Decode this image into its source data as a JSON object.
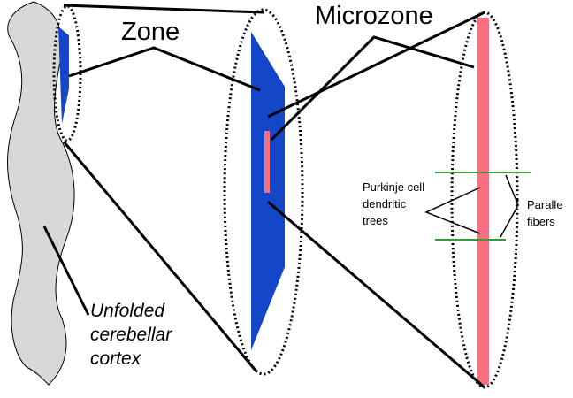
{
  "labels": {
    "zone": "Zone",
    "microzone": "Microzone",
    "cortex": [
      "Unfolded",
      "cerebellar",
      "cortex"
    ],
    "purkinje": [
      "Purkinje cell",
      "dendritic",
      "trees"
    ],
    "parallel": [
      "Paralle",
      "fibers"
    ]
  },
  "colors": {
    "cortex_fill": "#d8d8d8",
    "zone_fill": "#1446c8",
    "microzone_fill": "#f87080",
    "fiber_line": "#3a9a3a",
    "outline": "#000000"
  }
}
